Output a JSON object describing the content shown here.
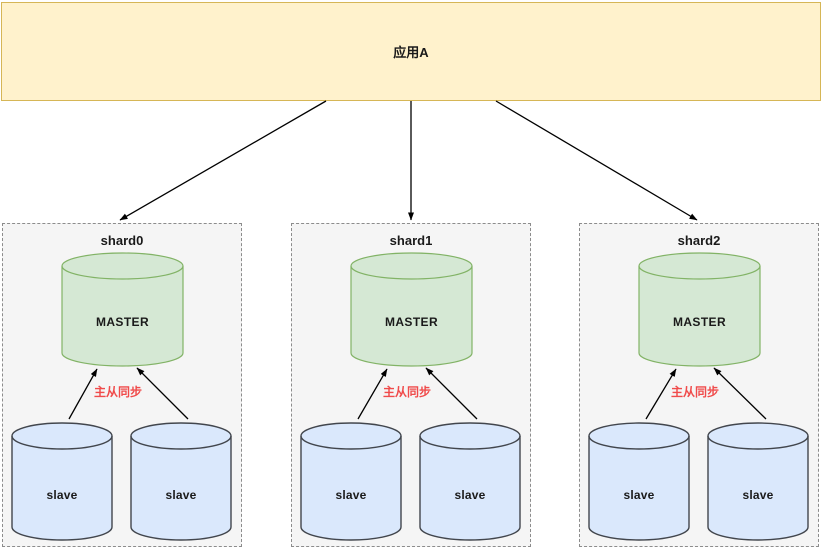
{
  "app": {
    "label": "应用A"
  },
  "shards": [
    {
      "label": "shard0",
      "master_label": "MASTER",
      "sync_label": "主从同步",
      "slaves": [
        "slave",
        "slave"
      ]
    },
    {
      "label": "shard1",
      "master_label": "MASTER",
      "sync_label": "主从同步",
      "slaves": [
        "slave",
        "slave"
      ]
    },
    {
      "label": "shard2",
      "master_label": "MASTER",
      "sync_label": "主从同步",
      "slaves": [
        "slave",
        "slave"
      ]
    }
  ],
  "colors": {
    "app_fill": "#FFF2CC",
    "app_border": "#D6B656",
    "master_fill": "#D5E8D4",
    "master_border": "#82B366",
    "slave_fill": "#DAE8FC",
    "slave_border": "#42464D",
    "shard_fill": "#F5F5F5",
    "shard_border": "#8C8C8C",
    "sync_text": "#F04B4B",
    "arrow": "#000000",
    "text": "#1A1A1A"
  }
}
